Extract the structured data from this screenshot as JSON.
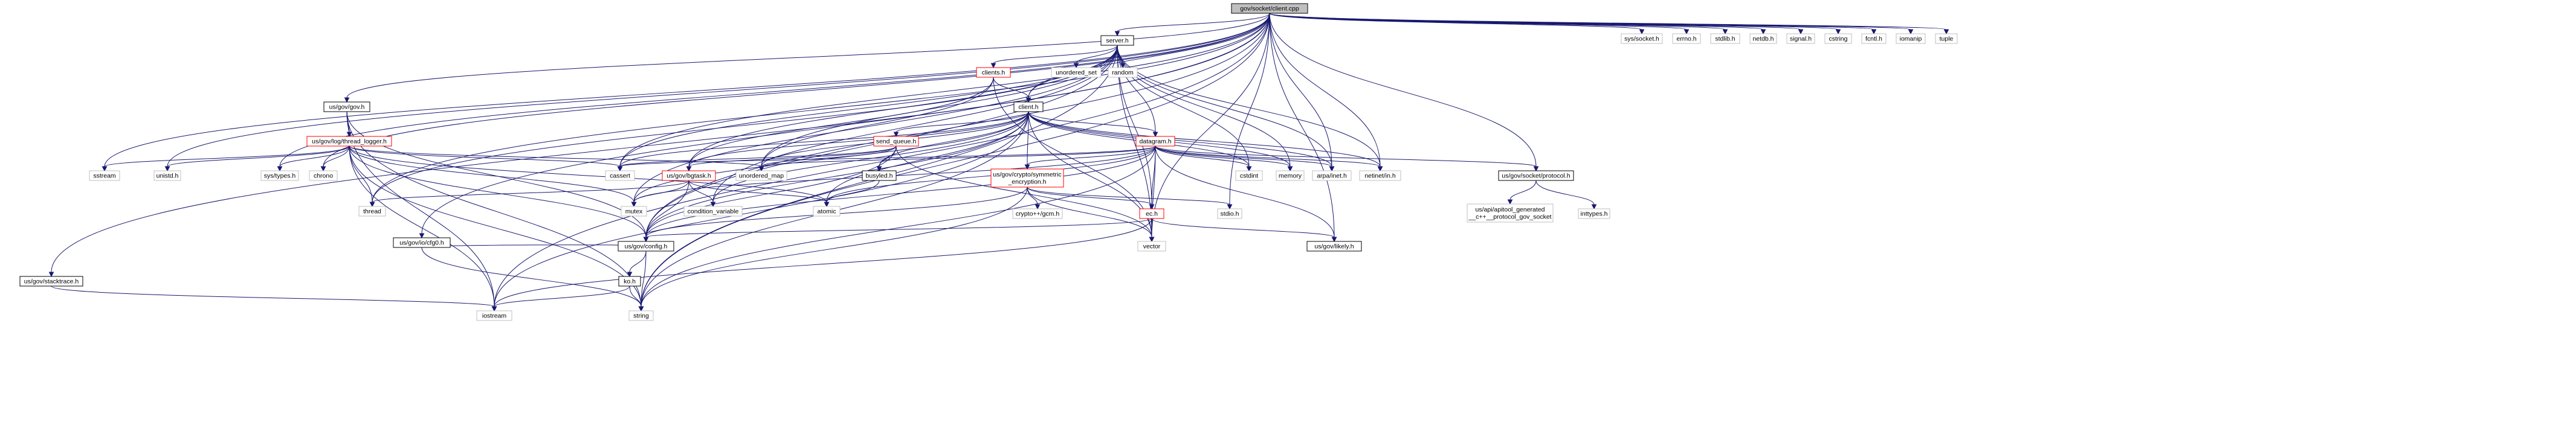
{
  "colors": {
    "edge": "#191970",
    "root_fill": "#bfbfbf",
    "truncated_border": "#ff0000",
    "system_border": "#bfbfbf"
  },
  "nodes": [
    {
      "id": "client_cpp",
      "lines": [
        "gov/socket/client.cpp"
      ],
      "style": "root"
    },
    {
      "id": "sys_socket",
      "lines": [
        "sys/socket.h"
      ],
      "style": "sys"
    },
    {
      "id": "errno",
      "lines": [
        "errno.h"
      ],
      "style": "sys"
    },
    {
      "id": "stdlib",
      "lines": [
        "stdlib.h"
      ],
      "style": "sys"
    },
    {
      "id": "netdb",
      "lines": [
        "netdb.h"
      ],
      "style": "sys"
    },
    {
      "id": "signal",
      "lines": [
        "signal.h"
      ],
      "style": "sys"
    },
    {
      "id": "cstring",
      "lines": [
        "cstring"
      ],
      "style": "sys"
    },
    {
      "id": "fcntl",
      "lines": [
        "fcntl.h"
      ],
      "style": "sys"
    },
    {
      "id": "iomanip",
      "lines": [
        "iomanip"
      ],
      "style": "sys"
    },
    {
      "id": "tuple",
      "lines": [
        "tuple"
      ],
      "style": "sys"
    },
    {
      "id": "server_h",
      "lines": [
        "server.h"
      ],
      "style": "normal"
    },
    {
      "id": "unordered_set",
      "lines": [
        "unordered_set"
      ],
      "style": "sys"
    },
    {
      "id": "random",
      "lines": [
        "random"
      ],
      "style": "sys"
    },
    {
      "id": "clients_h",
      "lines": [
        "clients.h"
      ],
      "style": "trunc"
    },
    {
      "id": "gov_h",
      "lines": [
        "us/gov/gov.h"
      ],
      "style": "normal"
    },
    {
      "id": "client_h",
      "lines": [
        "client.h"
      ],
      "style": "normal"
    },
    {
      "id": "thread_logger",
      "lines": [
        "us/gov/log/thread_logger.h"
      ],
      "style": "trunc"
    },
    {
      "id": "send_queue",
      "lines": [
        "send_queue.h"
      ],
      "style": "trunc"
    },
    {
      "id": "datagram",
      "lines": [
        "datagram.h"
      ],
      "style": "trunc"
    },
    {
      "id": "sstream",
      "lines": [
        "sstream"
      ],
      "style": "sys"
    },
    {
      "id": "unistd",
      "lines": [
        "unistd.h"
      ],
      "style": "sys"
    },
    {
      "id": "sys_types",
      "lines": [
        "sys/types.h"
      ],
      "style": "sys"
    },
    {
      "id": "chrono",
      "lines": [
        "chrono"
      ],
      "style": "sys"
    },
    {
      "id": "cassert",
      "lines": [
        "cassert"
      ],
      "style": "sys"
    },
    {
      "id": "unordered_map",
      "lines": [
        "unordered_map"
      ],
      "style": "sys"
    },
    {
      "id": "bgtask",
      "lines": [
        "us/gov/bgtask.h"
      ],
      "style": "trunc"
    },
    {
      "id": "busyled",
      "lines": [
        "busyled.h"
      ],
      "style": "normal"
    },
    {
      "id": "cstdint",
      "lines": [
        "cstdint"
      ],
      "style": "sys"
    },
    {
      "id": "memory",
      "lines": [
        "memory"
      ],
      "style": "sys"
    },
    {
      "id": "arpa_inet",
      "lines": [
        "arpa/inet.h"
      ],
      "style": "sys"
    },
    {
      "id": "netinet_in",
      "lines": [
        "netinet/in.h"
      ],
      "style": "sys"
    },
    {
      "id": "protocol_h",
      "lines": [
        "us/gov/socket/protocol.h"
      ],
      "style": "normal"
    },
    {
      "id": "symmetric",
      "lines": [
        "us/gov/crypto/symmetric",
        "_encryption.h"
      ],
      "style": "trunc"
    },
    {
      "id": "apitool",
      "lines": [
        "us/api/apitool_generated",
        "__c++__protocol_gov_socket"
      ],
      "style": "sys"
    },
    {
      "id": "inttypes",
      "lines": [
        "inttypes.h"
      ],
      "style": "sys"
    },
    {
      "id": "thread",
      "lines": [
        "thread"
      ],
      "style": "sys"
    },
    {
      "id": "mutex",
      "lines": [
        "mutex"
      ],
      "style": "sys"
    },
    {
      "id": "condvar",
      "lines": [
        "condition_variable"
      ],
      "style": "sys"
    },
    {
      "id": "atomic",
      "lines": [
        "atomic"
      ],
      "style": "sys"
    },
    {
      "id": "cryptopp_gcm",
      "lines": [
        "crypto++/gcm.h"
      ],
      "style": "sys"
    },
    {
      "id": "stdio",
      "lines": [
        "stdio.h"
      ],
      "style": "sys"
    },
    {
      "id": "ec_h",
      "lines": [
        "ec.h"
      ],
      "style": "trunc"
    },
    {
      "id": "cfg0",
      "lines": [
        "us/gov/io/cfg0.h"
      ],
      "style": "normal"
    },
    {
      "id": "vector",
      "lines": [
        "vector"
      ],
      "style": "sys"
    },
    {
      "id": "likely",
      "lines": [
        "us/gov/likely.h"
      ],
      "style": "normal"
    },
    {
      "id": "config_h",
      "lines": [
        "us/gov/config.h"
      ],
      "style": "normal"
    },
    {
      "id": "stacktrace",
      "lines": [
        "us/gov/stacktrace.h"
      ],
      "style": "normal"
    },
    {
      "id": "ko_h",
      "lines": [
        "ko.h"
      ],
      "style": "normal"
    },
    {
      "id": "iostream",
      "lines": [
        "iostream"
      ],
      "style": "sys"
    },
    {
      "id": "string",
      "lines": [
        "string"
      ],
      "style": "sys"
    }
  ],
  "edges": [
    [
      "client_cpp",
      "sys_socket"
    ],
    [
      "client_cpp",
      "errno"
    ],
    [
      "client_cpp",
      "stdlib"
    ],
    [
      "client_cpp",
      "netdb"
    ],
    [
      "client_cpp",
      "signal"
    ],
    [
      "client_cpp",
      "cstring"
    ],
    [
      "client_cpp",
      "fcntl"
    ],
    [
      "client_cpp",
      "iomanip"
    ],
    [
      "client_cpp",
      "tuple"
    ],
    [
      "client_cpp",
      "server_h"
    ],
    [
      "client_cpp",
      "client_h"
    ],
    [
      "client_cpp",
      "gov_h"
    ],
    [
      "client_cpp",
      "sstream"
    ],
    [
      "client_cpp",
      "unistd"
    ],
    [
      "client_cpp",
      "sys_types"
    ],
    [
      "client_cpp",
      "chrono"
    ],
    [
      "client_cpp",
      "cassert"
    ],
    [
      "client_cpp",
      "thread"
    ],
    [
      "client_cpp",
      "cfg0"
    ],
    [
      "client_cpp",
      "config_h"
    ],
    [
      "client_cpp",
      "stacktrace"
    ],
    [
      "client_cpp",
      "iostream"
    ],
    [
      "client_cpp",
      "string"
    ],
    [
      "client_cpp",
      "arpa_inet"
    ],
    [
      "client_cpp",
      "netinet_in"
    ],
    [
      "client_cpp",
      "protocol_h"
    ],
    [
      "client_cpp",
      "stdio"
    ],
    [
      "client_cpp",
      "vector"
    ],
    [
      "client_cpp",
      "likely"
    ],
    [
      "server_h",
      "unordered_set"
    ],
    [
      "server_h",
      "random"
    ],
    [
      "server_h",
      "clients_h"
    ],
    [
      "server_h",
      "client_h"
    ],
    [
      "server_h",
      "datagram"
    ],
    [
      "server_h",
      "bgtask"
    ],
    [
      "server_h",
      "unordered_map"
    ],
    [
      "server_h",
      "cassert"
    ],
    [
      "server_h",
      "mutex"
    ],
    [
      "server_h",
      "thread"
    ],
    [
      "server_h",
      "condvar"
    ],
    [
      "server_h",
      "config_h"
    ],
    [
      "server_h",
      "vector"
    ],
    [
      "server_h",
      "cstdint"
    ],
    [
      "server_h",
      "memory"
    ],
    [
      "server_h",
      "arpa_inet"
    ],
    [
      "server_h",
      "netinet_in"
    ],
    [
      "server_h",
      "ec_h"
    ],
    [
      "server_h",
      "string"
    ],
    [
      "server_h",
      "csignal_dummy"
    ],
    [
      "clients_h",
      "client_h"
    ],
    [
      "clients_h",
      "bgtask"
    ],
    [
      "clients_h",
      "unordered_map"
    ],
    [
      "clients_h",
      "vector"
    ],
    [
      "client_h",
      "send_queue"
    ],
    [
      "client_h",
      "datagram"
    ],
    [
      "client_h",
      "bgtask"
    ],
    [
      "client_h",
      "busyled"
    ],
    [
      "client_h",
      "symmetric"
    ],
    [
      "client_h",
      "unordered_map"
    ],
    [
      "client_h",
      "cassert"
    ],
    [
      "client_h",
      "atomic"
    ],
    [
      "client_h",
      "condvar"
    ],
    [
      "client_h",
      "mutex"
    ],
    [
      "client_h",
      "cstdint"
    ],
    [
      "client_h",
      "memory"
    ],
    [
      "client_h",
      "arpa_inet"
    ],
    [
      "client_h",
      "netinet_in"
    ],
    [
      "client_h",
      "vector"
    ],
    [
      "client_h",
      "string"
    ],
    [
      "client_h",
      "iostream"
    ],
    [
      "client_h",
      "config_h"
    ],
    [
      "gov_h",
      "thread_logger"
    ],
    [
      "gov_h",
      "config_h"
    ],
    [
      "gov_h",
      "iostream"
    ],
    [
      "gov_h",
      "string"
    ],
    [
      "thread_logger",
      "sstream"
    ],
    [
      "thread_logger",
      "unistd"
    ],
    [
      "thread_logger",
      "sys_types"
    ],
    [
      "thread_logger",
      "chrono"
    ],
    [
      "thread_logger",
      "cassert"
    ],
    [
      "thread_logger",
      "unordered_map"
    ],
    [
      "thread_logger",
      "thread"
    ],
    [
      "thread_logger",
      "mutex"
    ],
    [
      "thread_logger",
      "atomic"
    ],
    [
      "thread_logger",
      "config_h"
    ],
    [
      "thread_logger",
      "string"
    ],
    [
      "thread_logger",
      "iostream"
    ],
    [
      "send_queue",
      "cassert"
    ],
    [
      "send_queue",
      "unordered_map"
    ],
    [
      "send_queue",
      "busyled"
    ],
    [
      "send_queue",
      "bgtask"
    ],
    [
      "send_queue",
      "vector"
    ],
    [
      "send_queue",
      "config_h"
    ],
    [
      "datagram",
      "cassert"
    ],
    [
      "datagram",
      "unordered_map"
    ],
    [
      "datagram",
      "cstdint"
    ],
    [
      "datagram",
      "memory"
    ],
    [
      "datagram",
      "arpa_inet"
    ],
    [
      "datagram",
      "netinet_in"
    ],
    [
      "datagram",
      "protocol_h"
    ],
    [
      "datagram",
      "symmetric"
    ],
    [
      "datagram",
      "ec_h"
    ],
    [
      "datagram",
      "vector"
    ],
    [
      "datagram",
      "likely"
    ],
    [
      "datagram",
      "string"
    ],
    [
      "datagram",
      "config_h"
    ],
    [
      "datagram",
      "mutex"
    ],
    [
      "datagram",
      "atomic"
    ],
    [
      "bgtask",
      "thread"
    ],
    [
      "bgtask",
      "mutex"
    ],
    [
      "bgtask",
      "condvar"
    ],
    [
      "bgtask",
      "atomic"
    ],
    [
      "bgtask",
      "config_h"
    ],
    [
      "busyled",
      "atomic"
    ],
    [
      "protocol_h",
      "apitool"
    ],
    [
      "protocol_h",
      "inttypes"
    ],
    [
      "symmetric",
      "cryptopp_gcm"
    ],
    [
      "symmetric",
      "stdio"
    ],
    [
      "symmetric",
      "ec_h"
    ],
    [
      "symmetric",
      "vector"
    ],
    [
      "symmetric",
      "string"
    ],
    [
      "symmetric",
      "config_h"
    ],
    [
      "ec_h",
      "vector"
    ],
    [
      "ec_h",
      "likely"
    ],
    [
      "ec_h",
      "config_h"
    ],
    [
      "ec_h",
      "iostream"
    ],
    [
      "cfg0",
      "string"
    ],
    [
      "cfg0",
      "config_h"
    ],
    [
      "config_h",
      "ko_h"
    ],
    [
      "config_h",
      "string"
    ],
    [
      "ko_h",
      "iostream"
    ],
    [
      "ko_h",
      "string"
    ],
    [
      "stacktrace",
      "iostream"
    ]
  ]
}
